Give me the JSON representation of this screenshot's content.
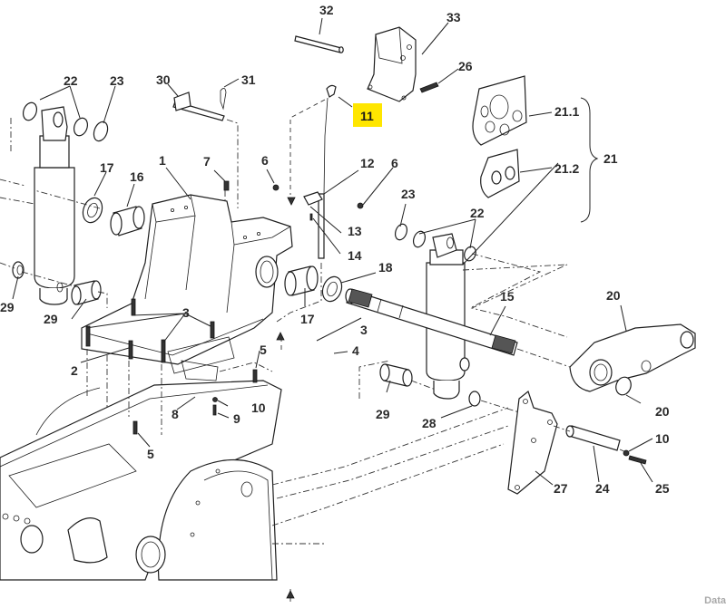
{
  "diagram": {
    "title": "Hitch lift assembly exploded parts diagram",
    "highlighted_callout": "11",
    "highlight_color": "#ffe600",
    "callouts": [
      {
        "id": "c1",
        "label": "1"
      },
      {
        "id": "c2",
        "label": "2"
      },
      {
        "id": "c3a",
        "label": "3"
      },
      {
        "id": "c3b",
        "label": "3"
      },
      {
        "id": "c4",
        "label": "4"
      },
      {
        "id": "c5a",
        "label": "5"
      },
      {
        "id": "c5b",
        "label": "5"
      },
      {
        "id": "c6a",
        "label": "6"
      },
      {
        "id": "c6b",
        "label": "6"
      },
      {
        "id": "c7",
        "label": "7"
      },
      {
        "id": "c8",
        "label": "8"
      },
      {
        "id": "c9",
        "label": "9"
      },
      {
        "id": "c10a",
        "label": "10"
      },
      {
        "id": "c10b",
        "label": "10"
      },
      {
        "id": "c11",
        "label": "11"
      },
      {
        "id": "c12",
        "label": "12"
      },
      {
        "id": "c13",
        "label": "13"
      },
      {
        "id": "c14",
        "label": "14"
      },
      {
        "id": "c15",
        "label": "15"
      },
      {
        "id": "c16a",
        "label": "16"
      },
      {
        "id": "c16b",
        "label": "16"
      },
      {
        "id": "c17a",
        "label": "17"
      },
      {
        "id": "c17b",
        "label": "17"
      },
      {
        "id": "c18",
        "label": "18"
      },
      {
        "id": "c20",
        "label": "20"
      },
      {
        "id": "c21",
        "label": "21"
      },
      {
        "id": "c21_1",
        "label": "21.1"
      },
      {
        "id": "c21_2",
        "label": "21.2"
      },
      {
        "id": "c22a",
        "label": "22"
      },
      {
        "id": "c22b",
        "label": "22"
      },
      {
        "id": "c23a",
        "label": "23"
      },
      {
        "id": "c23b",
        "label": "23"
      },
      {
        "id": "c24",
        "label": "24"
      },
      {
        "id": "c25",
        "label": "25"
      },
      {
        "id": "c26",
        "label": "26"
      },
      {
        "id": "c27",
        "label": "27"
      },
      {
        "id": "c28a",
        "label": "28"
      },
      {
        "id": "c28b",
        "label": "28"
      },
      {
        "id": "c29a",
        "label": "29"
      },
      {
        "id": "c29b",
        "label": "29"
      },
      {
        "id": "c30",
        "label": "30"
      },
      {
        "id": "c31",
        "label": "31"
      },
      {
        "id": "c32",
        "label": "32"
      },
      {
        "id": "c33",
        "label": "33"
      }
    ]
  },
  "watermark": "Data"
}
